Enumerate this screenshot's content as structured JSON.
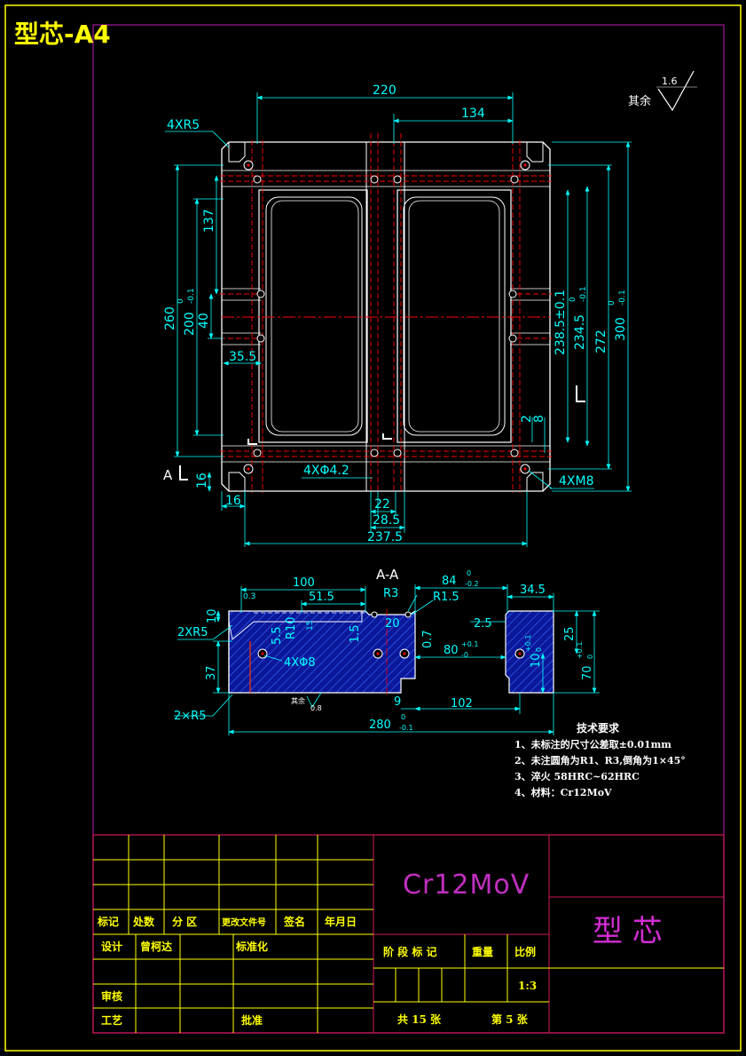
{
  "sheet": {
    "title": "型芯-A4",
    "surface_finish": {
      "label": "其余",
      "value": "1.6"
    }
  },
  "plan_view": {
    "dims": {
      "w220": "220",
      "w134": "134",
      "r5": "4XR5",
      "h137": "137",
      "h260": "260",
      "h200": "200",
      "tol200_top": "0",
      "tol200_bot": "-0.1",
      "h40": "40",
      "w35_5": "35.5",
      "h238": "238.5±0.1",
      "h234": "234.5",
      "tol234_top": "0",
      "tol234_bot": "-0.1",
      "h272": "272",
      "h300": "300",
      "tol300_top": "0",
      "tol300_bot": "-0.1",
      "h2": "2",
      "h8": "8",
      "holes": "4XΦ4.2",
      "h16": "16",
      "w16": "16",
      "w22": "22",
      "w28_5": "28.5",
      "w237_5": "237.5",
      "m8": "4XM8",
      "section_mark": "A"
    }
  },
  "section_view": {
    "title": "A-A",
    "dims": {
      "w100": "100",
      "w51_5": "51.5",
      "r3": "R3",
      "r1_5": "R1.5",
      "w84": "84",
      "tol84_top": "0",
      "tol84_bot": "-0.2",
      "w34_5": "34.5",
      "v0_3": "0.3",
      "h10": "10",
      "r5a": "2XR5",
      "v5_5": "5.5",
      "r10": "R10",
      "v15": "15",
      "v1_5": "1.5",
      "v20": "20",
      "v0_7": "0.7",
      "v2_5": "2.5",
      "v80": "80",
      "tol80_top": "+0.1",
      "tol80_bot": "-0",
      "v25": "25",
      "h37": "37",
      "holes": "4XΦ8",
      "v10": "10",
      "tol10_top": "+0.1",
      "tol10_bot": "0",
      "v70": "70",
      "tol70_top": "+0.1",
      "tol70_bot": "0",
      "rough": "其余",
      "rough_val": "0.8",
      "r5b": "2×R5",
      "v9": "9",
      "w102": "102",
      "w280": "280",
      "tol280_top": "0",
      "tol280_bot": "-0.1"
    }
  },
  "requirements": {
    "heading": "技术要求",
    "items": [
      "1、未标注的尺寸公差取±0.01mm",
      "2、未注圆角为R1、R3,倒角为1×45°",
      "3、淬火  58HRC~62HRC",
      "4、材料：Cr12MoV"
    ]
  },
  "title_block": {
    "material": "Cr12MoV",
    "part_name": "型  芯",
    "headers": [
      "标记",
      "处数",
      "分  区",
      "更改文件号",
      "签名",
      "年月日"
    ],
    "design_label": "设计",
    "designer": "曾柯达",
    "standardize_label": "标准化",
    "review_label": "审核",
    "process_label": "工艺",
    "approve_label": "批准",
    "stage_label": "阶 段 标 记",
    "weight_label": "重量",
    "scale_label": "比例",
    "scale_value": "1:3",
    "sheets_total": "共 15 张",
    "sheet_number": "第 5 张"
  },
  "colors": {
    "background": "#000000",
    "frame": "#a0199b",
    "border": "#ffff00",
    "dimension": "#00ffff",
    "outline": "#ffffff",
    "center": "#ff0000",
    "hatch": "#1a2bd9",
    "material_text": "#c02fc0"
  }
}
